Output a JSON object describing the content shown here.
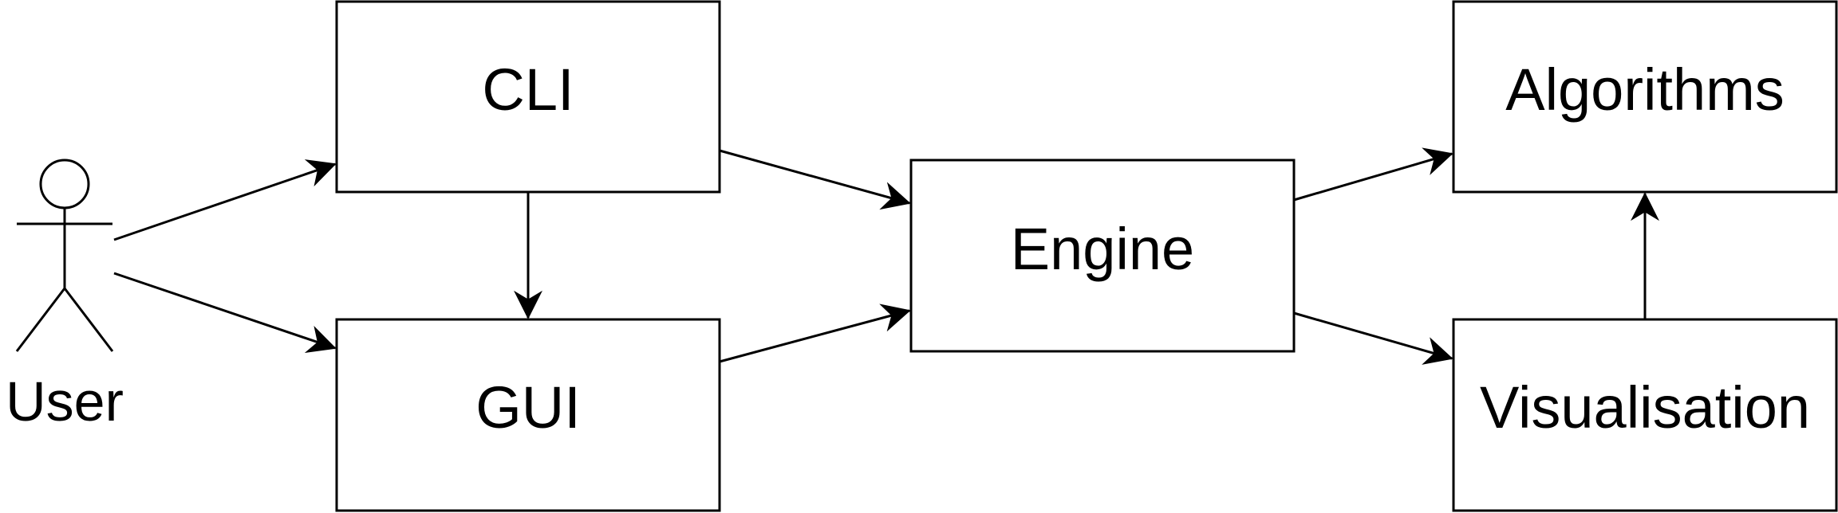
{
  "diagram": {
    "actor": {
      "label": "User"
    },
    "nodes": {
      "cli": "CLI",
      "gui": "GUI",
      "engine": "Engine",
      "algorithms": "Algorithms",
      "visualisation": "Visualisation"
    },
    "edges": [
      {
        "from": "User",
        "to": "CLI"
      },
      {
        "from": "User",
        "to": "GUI"
      },
      {
        "from": "CLI",
        "to": "GUI"
      },
      {
        "from": "CLI",
        "to": "Engine"
      },
      {
        "from": "GUI",
        "to": "Engine"
      },
      {
        "from": "Engine",
        "to": "Algorithms"
      },
      {
        "from": "Engine",
        "to": "Visualisation"
      },
      {
        "from": "Visualisation",
        "to": "Algorithms"
      }
    ]
  }
}
